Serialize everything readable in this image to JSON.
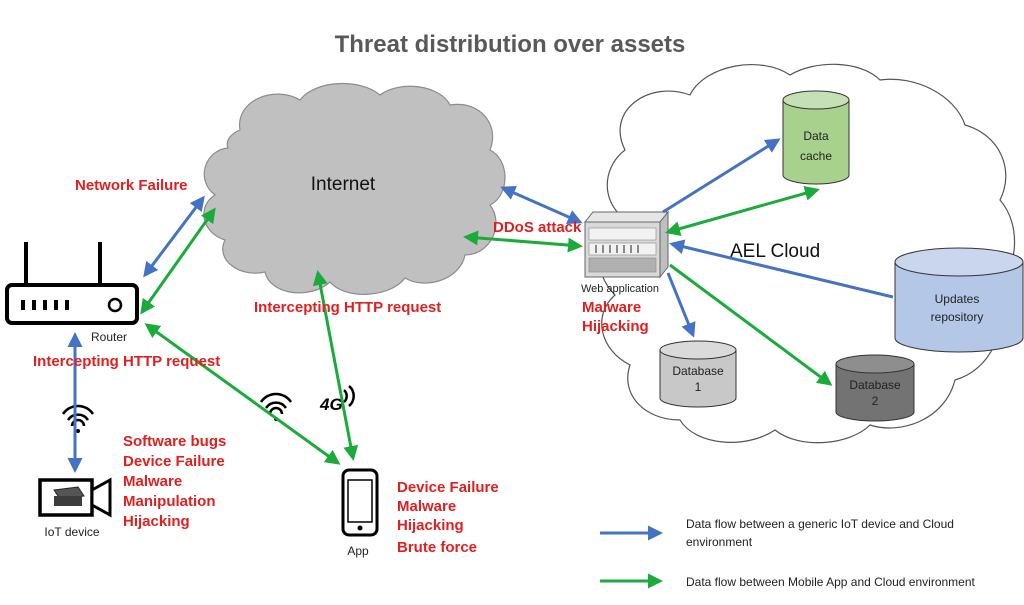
{
  "title": "Threat distribution over assets",
  "colors": {
    "blue_flow": "#4472c4",
    "green_flow": "#1aab3a",
    "threat_text": "#e02020",
    "internet_cloud": "#c0c0c0",
    "data_cache": "#a9d18e",
    "updates_repo": "#b4c7e7",
    "database1": "#c8c8c8",
    "database2": "#737373"
  },
  "nodes": {
    "internet": "Internet",
    "ael_cloud": "AEL Cloud",
    "router": "Router",
    "iot_device": "IoT device",
    "app": "App",
    "web_application": "Web application",
    "data_cache": [
      "Data",
      "cache"
    ],
    "updates_repository": [
      "Updates",
      "repository"
    ],
    "database1": [
      "Database",
      "1"
    ],
    "database2": [
      "Database",
      "2"
    ],
    "four_g": "4G"
  },
  "threats": {
    "network_failure": "Network Failure",
    "intercept_internet": "Intercepting HTTP request",
    "intercept_router": "Intercepting HTTP request",
    "ddos": "DDoS attack",
    "web_app": [
      "Malware",
      "Hijacking"
    ],
    "iot_device": [
      "Software bugs",
      "Device Failure",
      "Malware",
      "Manipulation",
      "Hijacking"
    ],
    "app": [
      "Device Failure",
      "Malware",
      "Hijacking",
      "Brute force"
    ]
  },
  "legend": {
    "blue": [
      "Data flow between a generic IoT device and Cloud",
      "environment"
    ],
    "green": "Data flow between Mobile App and Cloud environment"
  }
}
